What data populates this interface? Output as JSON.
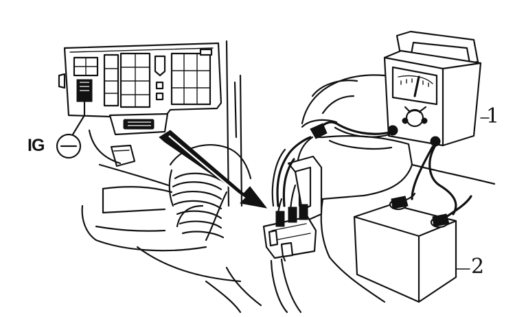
{
  "labels": {
    "ig": "IG",
    "tester_callout": "1",
    "battery_callout": "2"
  },
  "colors": {
    "ink": "#111111",
    "paper": "#ffffff"
  }
}
